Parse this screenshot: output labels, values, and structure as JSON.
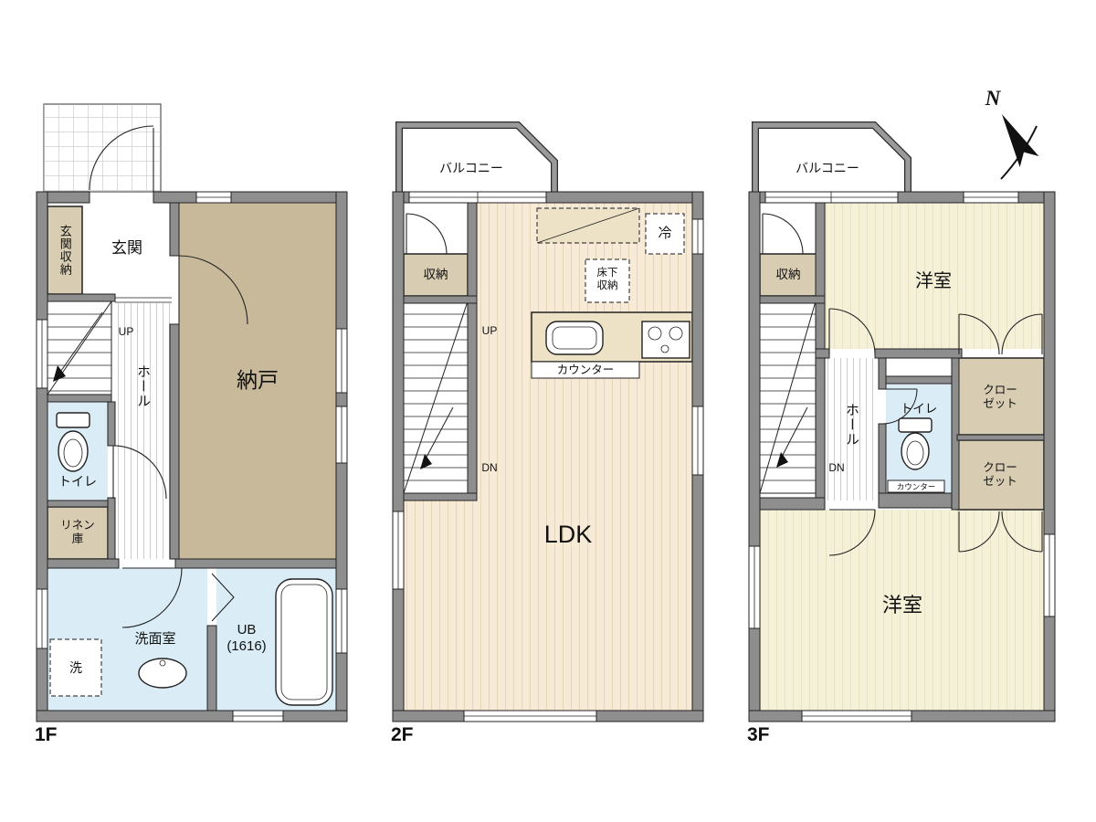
{
  "colors": {
    "wall": "#8e8e8e",
    "outline": "#222222",
    "tan": "#c8b99a",
    "cream": "#f7ebd8",
    "cream_stripe": "#e5d5b9",
    "yellow": "#f5f1d9",
    "yellow_stripe": "#e8e2c3",
    "blue": "#daedf7",
    "beige": "#d8cdb2",
    "counter": "#ede1c6",
    "hall_stripe": "#cccccc",
    "tile_line": "#b8b8b8"
  },
  "floor1": {
    "label": "1F",
    "genkan_storage": "玄関収納",
    "genkan": "玄関",
    "nando": "納戸",
    "up": "UP",
    "hall": "ホール",
    "toilet": "トイレ",
    "linen": "リネン庫",
    "senmenshitsu": "洗面室",
    "wash": "洗",
    "ub_line1": "UB",
    "ub_line2": "(1616)"
  },
  "floor2": {
    "label": "2F",
    "balcony": "バルコニー",
    "storage": "収納",
    "up": "UP",
    "dn": "DN",
    "underfloor": "床下収納",
    "fridge": "冷",
    "counter": "カウンター",
    "ldk": "LDK"
  },
  "floor3": {
    "label": "3F",
    "balcony": "バルコニー",
    "storage": "収納",
    "room_top": "洋室",
    "dn": "DN",
    "hall": "ホール",
    "toilet": "トイレ",
    "counter": "カウンター",
    "closet_top": "クローゼット",
    "closet_bottom": "クローゼット",
    "room_bottom": "洋室"
  },
  "compass": {
    "north": "N"
  }
}
